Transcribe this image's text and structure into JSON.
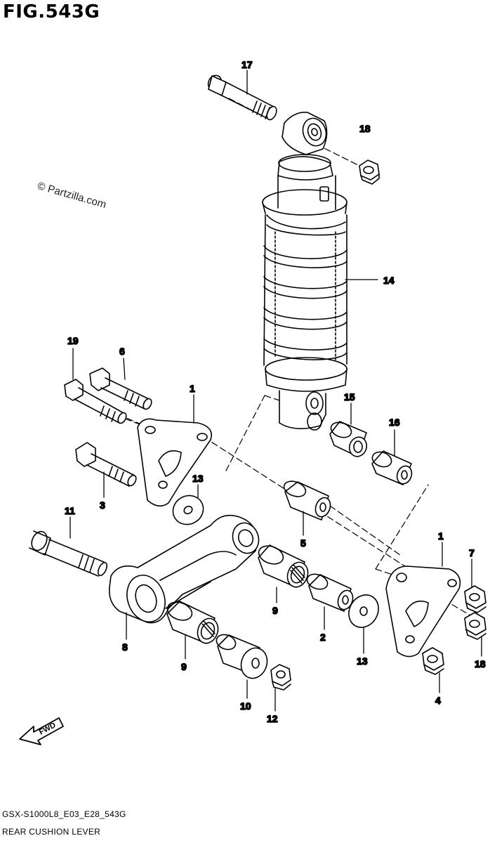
{
  "title": "FIG.543G",
  "watermark": "© Partzilla.com",
  "footer": {
    "model_code": "GSX-S1000L8_E03_E28_543G",
    "section_name": "REAR CUSHION LEVER"
  },
  "fwd_label": "FWD",
  "callouts": [
    "17",
    "18",
    "14",
    "19",
    "6",
    "1",
    "15",
    "16",
    "3",
    "13",
    "11",
    "5",
    "1",
    "7",
    "9",
    "2",
    "8",
    "9",
    "13",
    "18",
    "10",
    "12",
    "4"
  ],
  "colors": {
    "line": "#000000",
    "background": "#ffffff"
  }
}
